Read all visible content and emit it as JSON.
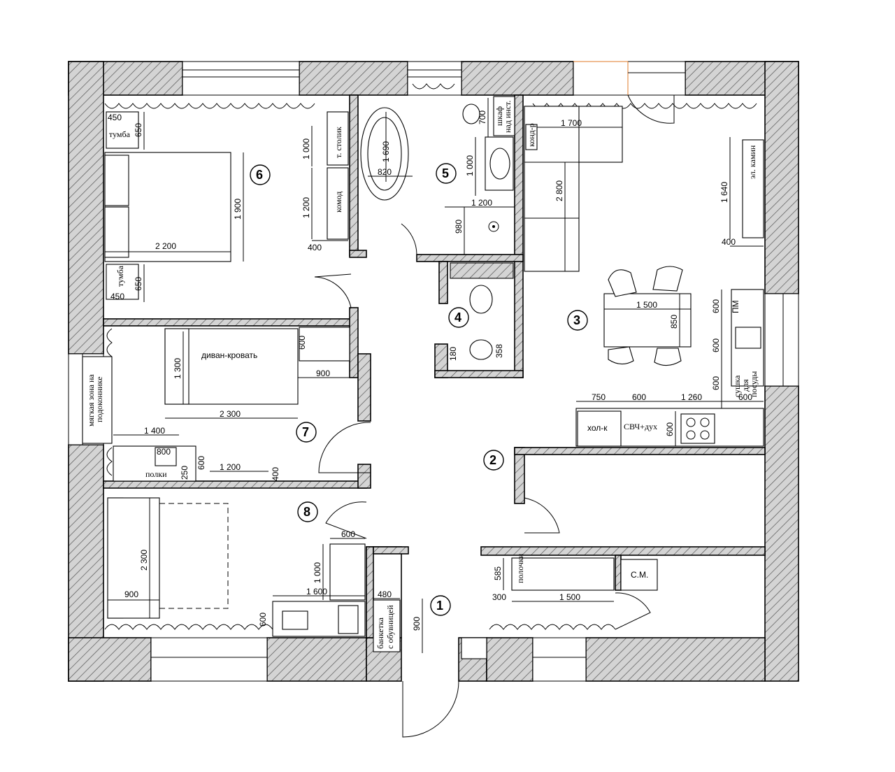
{
  "rooms": [
    "1",
    "2",
    "3",
    "4",
    "5",
    "6",
    "7",
    "8"
  ],
  "dims": {
    "r6_tumba_top_w": "450",
    "r6_tumba_top_d": "650",
    "r6_bed_len": "1 900",
    "r6_bed_w": "2 200",
    "r6_tumba_bot_d": "650",
    "r6_tumba_bot_w": "450",
    "r6_table_len": "1 000",
    "r6_komod_len": "1 200",
    "r6_depth": "400",
    "r5_bath_len": "1 690",
    "r5_bath_w": "820",
    "r5_sink_h": "1 000",
    "r5_wc_h": "700",
    "r5_w": "1 200",
    "r5_h": "980",
    "r4_a": "180",
    "r4_b": "358",
    "r3_sofa_w": "1 700",
    "r3_sofa_len": "2 800",
    "r3_fire_len": "1 640",
    "r3_fire_d": "400",
    "r3_table_w": "1 500",
    "r3_table_d": "850",
    "r3_k1": "600",
    "r3_k2": "600",
    "r3_k3": "600",
    "r3_kw1": "750",
    "r3_kw2": "600",
    "r3_kw3": "1 260",
    "r3_kw4": "600",
    "r3_kd": "600",
    "r7_sofa_d": "1 300",
    "r7_sofa_w": "2 300",
    "r7_cab_d": "600",
    "r7_cab_w": "900",
    "r7_desk_w": "1 400",
    "r7_desk_chair": "800",
    "r7_shelf_a": "250",
    "r7_shelf_b": "600",
    "r7_shelf_w": "1 200",
    "r7_shelf_d": "400",
    "r8_bed_len": "2 300",
    "r8_bed_w": "900",
    "r8_wardrobe_w": "600",
    "r8_wardrobe_len": "1 000",
    "r8_desk_w": "1 600",
    "r8_desk_d": "600",
    "r1_bench_w": "480",
    "r1_door": "900",
    "r2_shelf_d": "585",
    "r2_shelf_off": "300",
    "r2_shelf_w": "1 500"
  },
  "labels": {
    "tumba_top": "тумба",
    "tumba_bot": "тумба",
    "table": "т. столик",
    "komod": "комод",
    "wc_cabinet_1": "шкаф",
    "wc_cabinet_2": "над инст.",
    "kondit": "конд-р",
    "fireplace": "эл. камин",
    "pm": "ПМ",
    "dryer_1": "сушка",
    "dryer_2": "для",
    "dryer_3": "посуды",
    "fridge": "хол-к",
    "oven": "СВЧ+дух",
    "sofa_bed": "диван-кровать",
    "soft_zone_1": "мягкая зона на",
    "soft_zone_2": "подоконнике",
    "shelves_7": "полки",
    "shelves_2": "полочки",
    "washer": "С.М.",
    "bench_1": "банкетка",
    "bench_2": "с обувницей"
  }
}
